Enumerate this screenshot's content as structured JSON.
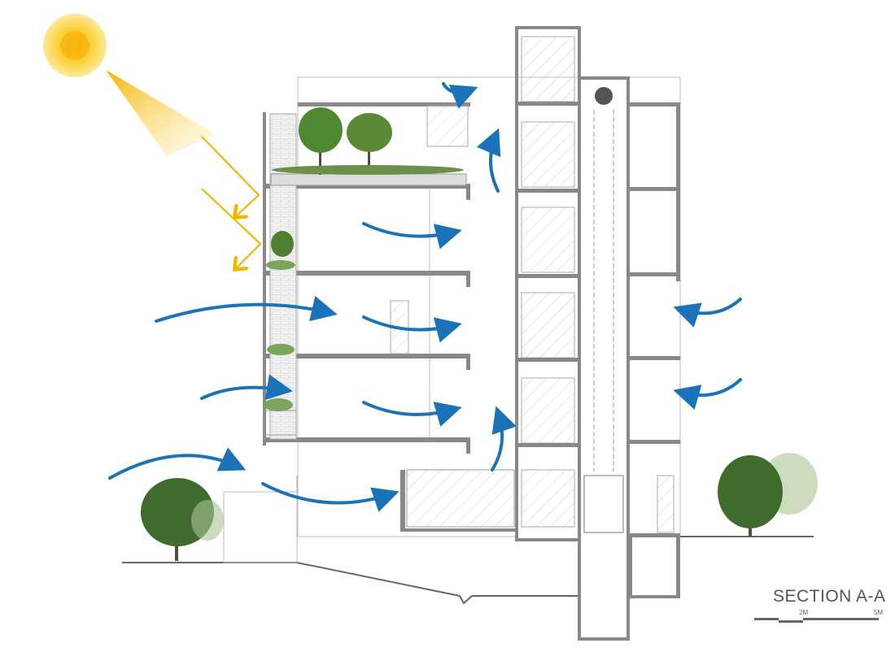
{
  "title": "SECTION A-A",
  "scale": {
    "labels": [
      "2M",
      "5M"
    ],
    "values_m": [
      0,
      2,
      5
    ]
  },
  "colors": {
    "sun": "#f7c21a",
    "sunlight": "#f5b400",
    "airflow": "#1a73b8",
    "structure": "#777777",
    "foliage": "#3f6b2c"
  }
}
